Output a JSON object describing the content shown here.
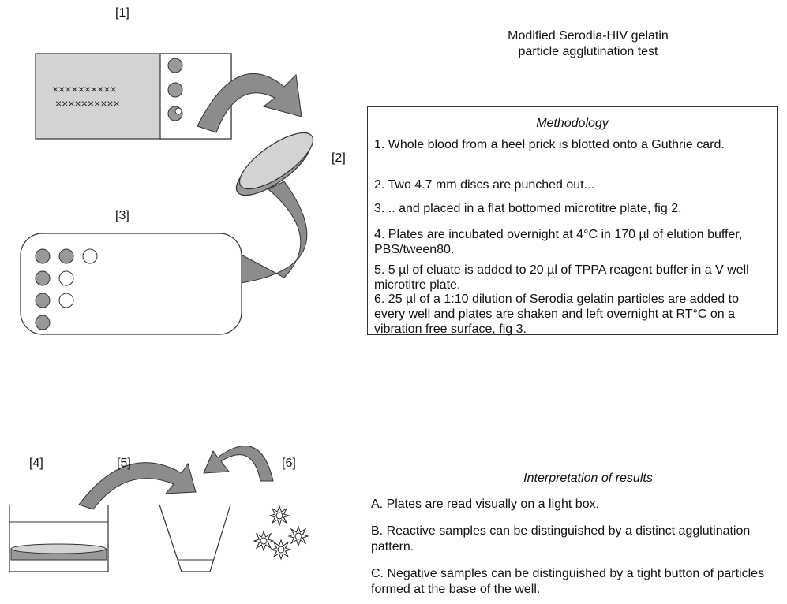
{
  "figure_labels": {
    "l1": "[1]",
    "l2": "[2]",
    "l3": "[3]",
    "l4": "[4]",
    "l5": "[5]",
    "l6": "[6]"
  },
  "card_text": {
    "line1": "××××××××××",
    "line2": "××××××××××"
  },
  "title": {
    "line1": "Modified Serodia-HIV gelatin",
    "line2": "particle agglutination test"
  },
  "methodology": {
    "heading": "Methodology",
    "steps": [
      "1. Whole blood from a heel prick is blotted onto a Guthrie card.",
      "2. Two 4.7 mm discs are punched out...",
      "3. .. and placed in a flat bottomed microtitre plate, fig 2.",
      "4. Plates are incubated overnight at 4°C in 170 µl of elution buffer, PBS/tween80.",
      "5. 5 µl of eluate is added to 20 µl of TPPA reagent buffer in a V well microtitre plate.",
      "6. 25 µl of a 1:10 dilution of Serodia gelatin particles are added to every well and plates are shaken and left overnight at RT°C on a vibration free surface, fig 3."
    ]
  },
  "interpretation": {
    "heading": "Interpretation of results",
    "items": [
      "A. Plates are read visually on a light box.",
      "B. Reactive samples can be distinguished by a distinct agglutination pattern.",
      "C. Negative samples can be distinguished by a tight button of particles formed at the base of the well."
    ]
  },
  "colors": {
    "card_fill": "#d3d3d3",
    "spot_fill": "#999999",
    "arrow_fill": "#8c8c8c",
    "outline": "#333333"
  }
}
